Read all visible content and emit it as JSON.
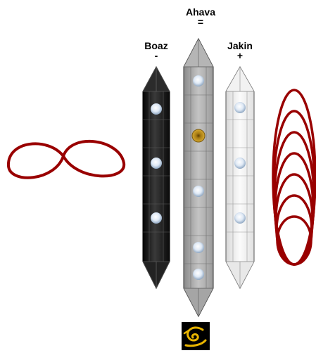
{
  "pillars": {
    "left": {
      "name": "Boaz",
      "sign": "-"
    },
    "center": {
      "name": "Ahava",
      "sign": "="
    },
    "right": {
      "name": "Jakin",
      "sign": "+"
    }
  },
  "icons": {
    "left_ornament": "horizontal-loop-knot-icon",
    "right_ornament": "stacked-ellipses-icon",
    "bottom_emblem": "golden-swirl-emblem-icon"
  },
  "colors": {
    "ornament_stroke": "#990000",
    "emblem_gold": "#e8b400",
    "gem_center_gold": "#c99a1c",
    "dark_pillar": "#1a1a1a",
    "mid_pillar": "#a8a8a8",
    "light_pillar": "#eeeeee"
  }
}
